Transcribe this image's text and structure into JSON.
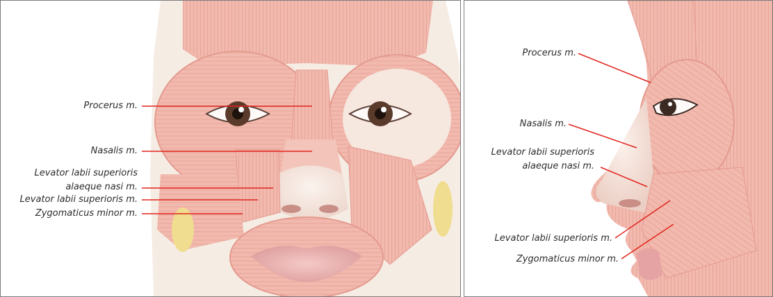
{
  "colors": {
    "muscle": "#f2b9ae",
    "muscle_dark": "#e49a8f",
    "muscle_fiber": "#eaa89c",
    "skin": "#f6ece4",
    "fat": "#f0dd8f",
    "lip": "#e6a3a3",
    "iris": "#5a3b2b",
    "leader": "#e0231c",
    "text": "#2b2b2b",
    "frame": "#7a7a7a"
  },
  "frontal_view": {
    "labels": {
      "procerus": "Procerus m.",
      "nasalis": "Nasalis m.",
      "llsan_line1": "Levator labii superioris",
      "llsan_line2": "alaeque nasi m.",
      "lls": "Levator labii superioris m.",
      "zygomaticus_minor": "Zygomaticus minor m."
    }
  },
  "lateral_view": {
    "labels": {
      "procerus": "Procerus m.",
      "nasalis": "Nasalis m.",
      "llsan_line1": "Levator labii superioris",
      "llsan_line2": "alaeque nasi m.",
      "lls": "Levator labii superioris m.",
      "zygomaticus_minor": "Zygomaticus minor m."
    }
  }
}
